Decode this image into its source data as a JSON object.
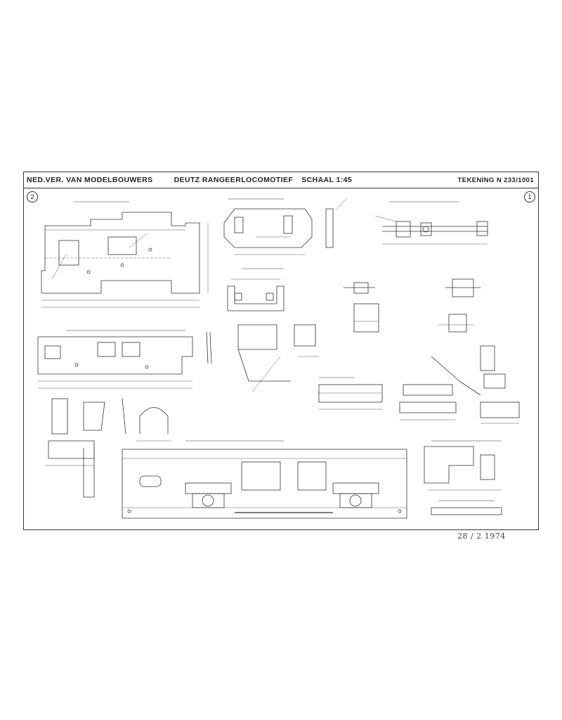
{
  "title_block": {
    "organisation": "NED.VER. VAN MODELBOUWERS",
    "locomotive": "DEUTZ RANGEERLOCOMOTIEF",
    "scale": "SCHAAL 1:45",
    "drawing_number": "TEKENING N 233/1001"
  },
  "sheet_marks": {
    "left": "2",
    "right": "1"
  },
  "handwritten_date": "28 / 2  1974"
}
